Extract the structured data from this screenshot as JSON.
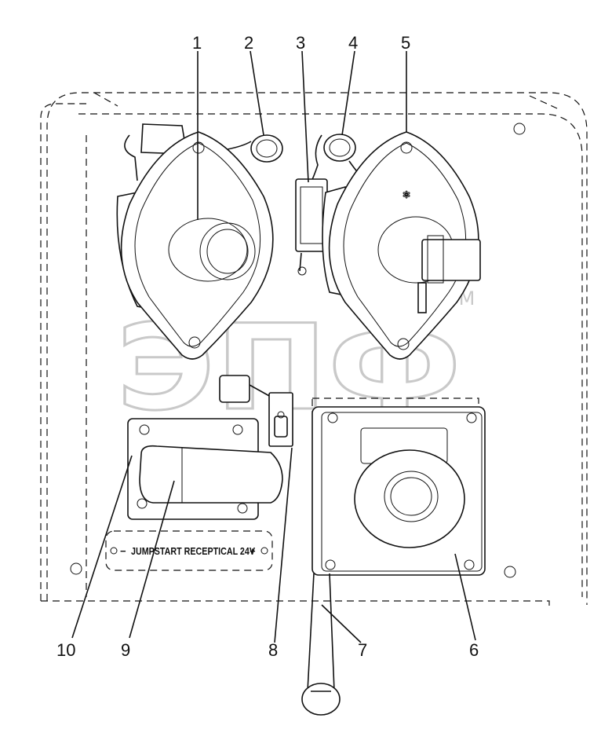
{
  "watermark": {
    "text": "ЭПФ",
    "tm": "TM"
  },
  "panel_label": {
    "text": "JUMPSTART RECEPTICAL 24V",
    "minus": "−",
    "plus": "+"
  },
  "callouts": [
    {
      "num": "1"
    },
    {
      "num": "2"
    },
    {
      "num": "3"
    },
    {
      "num": "4"
    },
    {
      "num": "5"
    },
    {
      "num": "6"
    },
    {
      "num": "7"
    },
    {
      "num": "8"
    },
    {
      "num": "9"
    },
    {
      "num": "10"
    }
  ]
}
